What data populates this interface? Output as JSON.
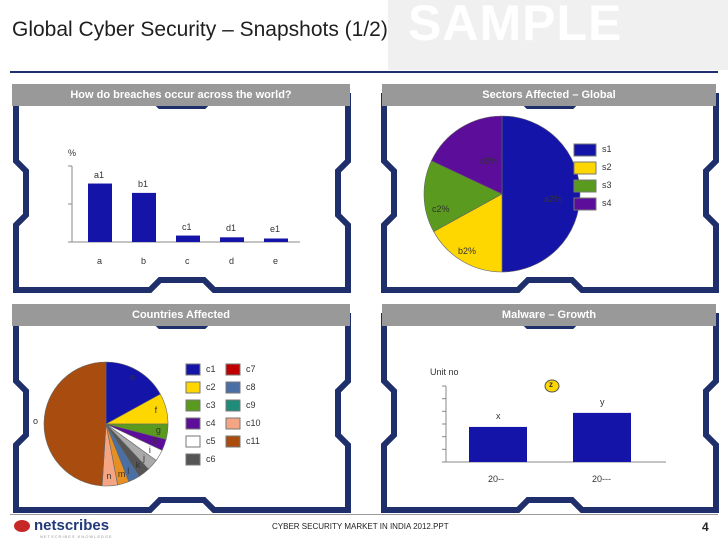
{
  "slide": {
    "title": "Global Cyber Security – Snapshots (1/2)",
    "watermark": "SAMPLE",
    "footer": "CYBER SECURITY MARKET IN INDIA 2012.PPT",
    "page_number": "4",
    "logo_text": "netscribes",
    "logo_tagline": "NETSCRIBES KNOWLEDGE"
  },
  "colors": {
    "frame_blue": "#1f2f6b",
    "header_gray": "#999999",
    "blue": "#1414a8",
    "yellow": "#ffd700",
    "green": "#5a9a1e",
    "purple": "#5c0d99",
    "red": "#c00000",
    "steel": "#4a6fa5",
    "brown": "#a84c0f",
    "salmon": "#f4a584",
    "teal": "#1f8c7a",
    "orange": "#e69024"
  },
  "panels": {
    "breaches": {
      "header": "How do breaches occur across the world?",
      "chart_data": {
        "type": "bar",
        "ylabel": "%",
        "categories": [
          "a",
          "b",
          "c",
          "d",
          "e"
        ],
        "values": [
          100,
          84,
          11,
          8,
          6
        ],
        "data_labels": [
          "a1",
          "b1",
          "c1",
          "d1",
          "e1"
        ],
        "ylim": [
          0,
          130
        ]
      }
    },
    "sectors": {
      "header": "Sectors Affected – Global",
      "chart_data": {
        "type": "pie",
        "slices": [
          {
            "legend": "s1",
            "label": "a2%",
            "value": 50,
            "color": "#1414a8"
          },
          {
            "legend": "s2",
            "label": "b2%",
            "value": 17,
            "color": "#ffd700"
          },
          {
            "legend": "s3",
            "label": "c2%",
            "value": 15,
            "color": "#5a9a1e"
          },
          {
            "legend": "s4",
            "label": "d2%",
            "value": 18,
            "color": "#5c0d99"
          }
        ]
      }
    },
    "countries": {
      "header": "Countries Affected",
      "chart_data": {
        "type": "pie",
        "legend": [
          {
            "name": "c1",
            "color": "#1414a8"
          },
          {
            "name": "c2",
            "color": "#ffd700"
          },
          {
            "name": "c3",
            "color": "#5a9a1e"
          },
          {
            "name": "c4",
            "color": "#5c0d99"
          },
          {
            "name": "c5",
            "color": "#ffffff"
          },
          {
            "name": "c6",
            "color": "#555555"
          },
          {
            "name": "c7",
            "color": "#c00000"
          },
          {
            "name": "c8",
            "color": "#4a6fa5"
          },
          {
            "name": "c9",
            "color": "#1f8c7a"
          },
          {
            "name": "c10",
            "color": "#f4a584"
          },
          {
            "name": "c11",
            "color": "#a84c0f"
          }
        ],
        "slices": [
          {
            "label": "e",
            "value": 17,
            "color": "#1414a8"
          },
          {
            "label": "f",
            "value": 8,
            "color": "#ffd700"
          },
          {
            "label": "g",
            "value": 4,
            "color": "#5a9a1e"
          },
          {
            "label": "h",
            "value": 3,
            "color": "#5c0d99"
          },
          {
            "label": "i",
            "value": 3,
            "color": "#ffffff"
          },
          {
            "label": "j",
            "value": 3,
            "color": "#aaaaaa"
          },
          {
            "label": "k",
            "value": 3,
            "color": "#555555"
          },
          {
            "label": "l",
            "value": 3,
            "color": "#4a6fa5"
          },
          {
            "label": "m",
            "value": 3,
            "color": "#e69024"
          },
          {
            "label": "n",
            "value": 4,
            "color": "#f4a584"
          },
          {
            "label": "o",
            "value": 49,
            "color": "#a84c0f"
          }
        ]
      }
    },
    "malware": {
      "header": "Malware – Growth",
      "chart_data": {
        "type": "bar",
        "ylabel": "Unit no",
        "categories": [
          "20--",
          "20---"
        ],
        "values": [
          60,
          84
        ],
        "data_labels": [
          "x",
          "y"
        ],
        "ylim": [
          0,
          130
        ],
        "growth_label": "z"
      }
    }
  }
}
